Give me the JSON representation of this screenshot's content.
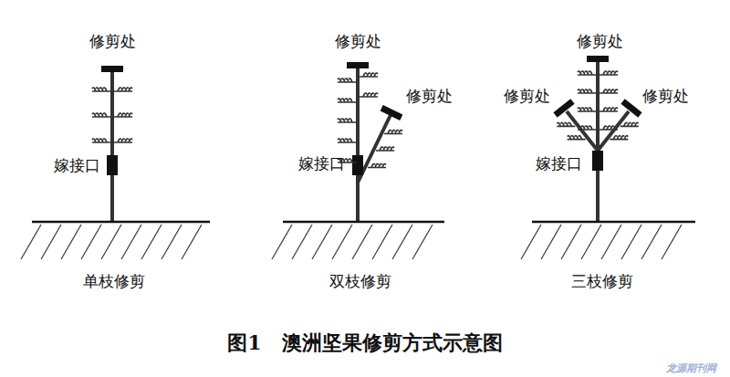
{
  "diagram": {
    "caption": "图1　澳洲坚果修剪方式示意图",
    "labels": [
      "修剪处",
      "嫁接口",
      "单枝修剪",
      "修剪处",
      "修剪处",
      "嫁接口",
      "双枝修剪",
      "修剪处",
      "修剪处",
      "修剪处",
      "嫁接口",
      "三枝修剪",
      "龙源期刊网"
    ]
  }
}
